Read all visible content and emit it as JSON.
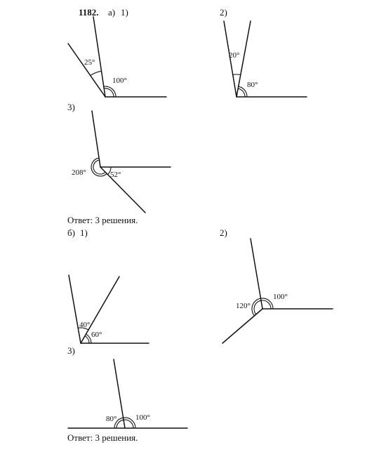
{
  "problem_number": "1182.",
  "part_a": {
    "label": "а)",
    "fig1": {
      "label": "1)",
      "angle_top": "25°",
      "angle_right": "100°"
    },
    "fig2": {
      "label": "2)",
      "angle_top": "20°",
      "angle_right": "80°"
    },
    "fig3": {
      "label": "3)",
      "angle_left": "208°",
      "angle_right": "52°"
    },
    "answer": "Ответ: 3 решения."
  },
  "part_b": {
    "label": "б)",
    "fig1": {
      "label": "1)",
      "angle_top": "40°",
      "angle_right": "60°"
    },
    "fig2": {
      "label": "2)",
      "angle_left": "120°",
      "angle_right": "100°"
    },
    "fig3": {
      "label": "3)",
      "angle_left": "80°",
      "angle_right": "100°"
    },
    "answer": "Ответ: 3 решения."
  }
}
